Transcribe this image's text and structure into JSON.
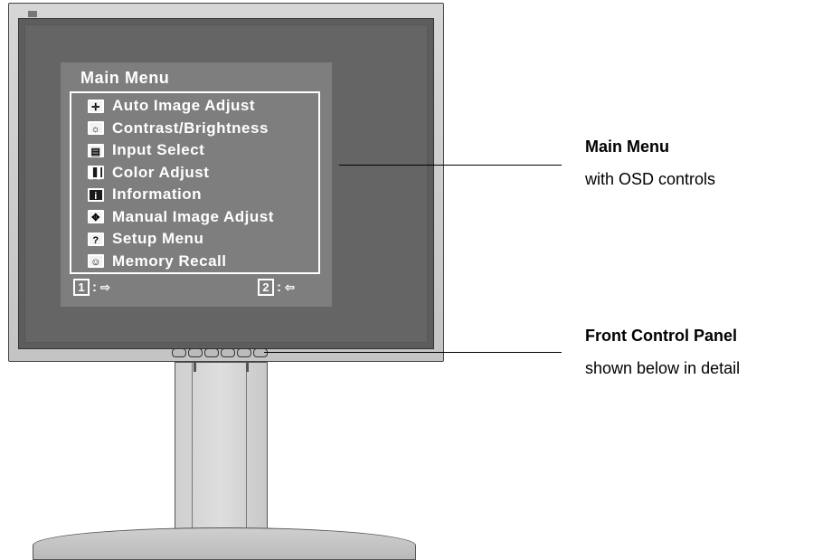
{
  "osd": {
    "title": "Main Menu",
    "items": [
      {
        "label": "Auto Image Adjust",
        "icon": "crosshair-icon",
        "glyph": "✛",
        "dark": false
      },
      {
        "label": "Contrast/Brightness",
        "icon": "sun-icon",
        "glyph": "☼",
        "dark": false
      },
      {
        "label": "Input Select",
        "icon": "input-icon",
        "glyph": "▤",
        "dark": false
      },
      {
        "label": "Color Adjust",
        "icon": "color-bars-icon",
        "glyph": "▌▌",
        "dark": true
      },
      {
        "label": "Information",
        "icon": "info-icon",
        "glyph": "i",
        "dark": true
      },
      {
        "label": "Manual Image Adjust",
        "icon": "move-arrows-icon",
        "glyph": "✥",
        "dark": false
      },
      {
        "label": "Setup Menu",
        "icon": "question-icon",
        "glyph": "?",
        "dark": false
      },
      {
        "label": "Memory Recall",
        "icon": "head-icon",
        "glyph": "☺",
        "dark": false
      }
    ],
    "footer": {
      "key1": "1",
      "key2": "2",
      "separator": ":",
      "exit_glyph": "⇨",
      "enter_glyph": "⇦"
    }
  },
  "callouts": {
    "main_menu": {
      "title": "Main Menu",
      "subtitle": "with OSD controls"
    },
    "front_panel": {
      "title": "Front Control Panel",
      "subtitle": "shown below in detail"
    }
  }
}
